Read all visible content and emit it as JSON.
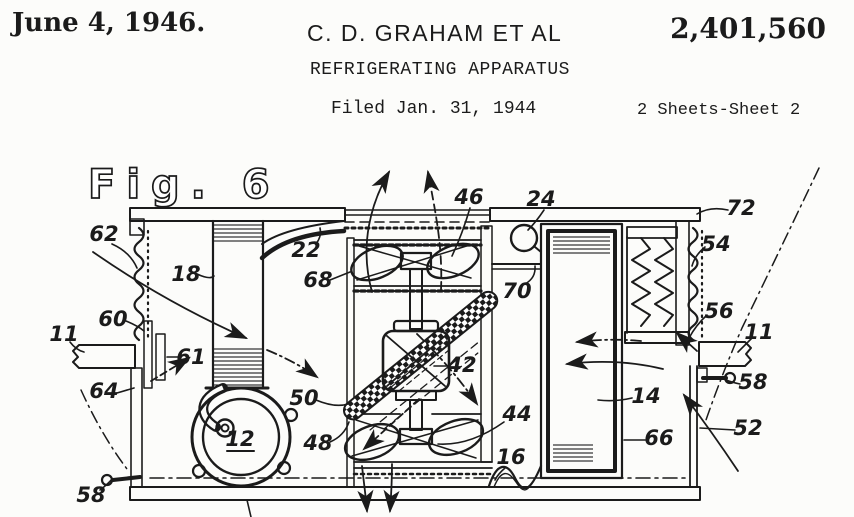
{
  "document": {
    "date": "June 4, 1946.",
    "inventors": "C. D. GRAHAM ET AL",
    "patent_number": "2,401,560",
    "title": "REFRIGERATING APPARATUS",
    "filed_line": "Filed Jan. 31, 1944",
    "sheet_line": "2 Sheets-Sheet 2"
  },
  "figure": {
    "label": "Fig. 6",
    "numerals": {
      "62": "62",
      "18": "18",
      "22": "22",
      "68": "68",
      "46": "46",
      "24": "24",
      "72": "72",
      "54": "54",
      "70": "70",
      "56": "56",
      "11_left": "11",
      "11_right": "11",
      "60": "60",
      "61": "61",
      "64": "64",
      "12": "12",
      "50": "50",
      "48": "48",
      "58_left": "58",
      "58_right": "58",
      "42": "42",
      "44": "44",
      "14": "14",
      "66": "66",
      "16": "16",
      "52": "52"
    }
  },
  "colors": {
    "paper": "#fcfcfa",
    "ink": "#1b1b1b"
  }
}
